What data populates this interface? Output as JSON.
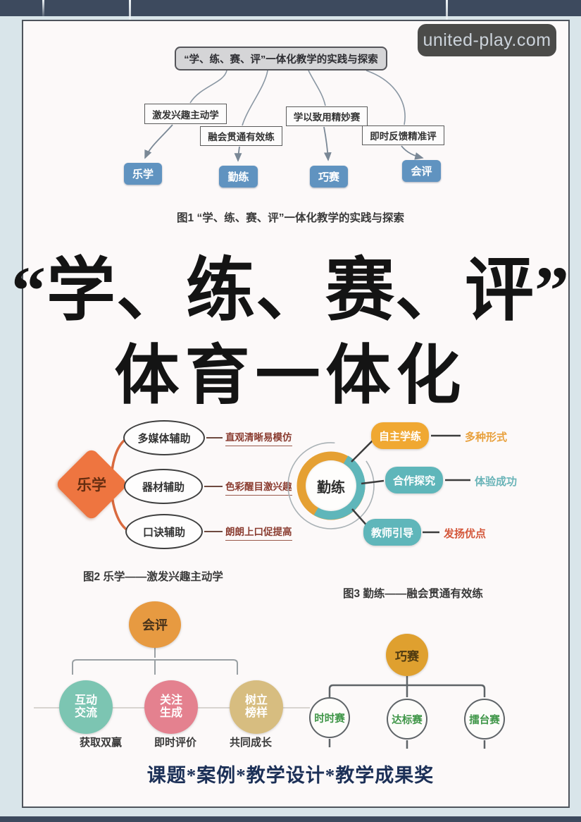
{
  "watermark": {
    "text": "united-play.com"
  },
  "fig1": {
    "root_label": "“学、练、赛、评”一体化教学的实践与探索",
    "branches": [
      {
        "label": "激发兴趣主动学",
        "node": "乐学"
      },
      {
        "label": "融会贯通有效练",
        "node": "勤练"
      },
      {
        "label": "学以致用精妙赛",
        "node": "巧赛"
      },
      {
        "label": "即时反馈精准评",
        "node": "会评"
      }
    ],
    "caption": "图1  “学、练、赛、评”一体化教学的实践与探索"
  },
  "title": {
    "line1": "“学、练、赛、评”",
    "line2": "体育一体化"
  },
  "fig2": {
    "center_label": "乐学",
    "items": [
      {
        "label": "多媒体辅助",
        "note": "直观清晰易模仿"
      },
      {
        "label": "器材辅助",
        "note": "色彩醒目激兴趣"
      },
      {
        "label": "口诀辅助",
        "note": "朗朗上口促提高"
      }
    ],
    "caption": "图2  乐学——激发兴趣主动学"
  },
  "fig3": {
    "center_label": "勤练",
    "items": [
      {
        "label": "自主学练",
        "note": "多种形式"
      },
      {
        "label": "合作探究",
        "note": "体验成功"
      },
      {
        "label": "教师引导",
        "note": "发扬优点"
      }
    ],
    "caption": "图3  勤练——融会贯通有效练"
  },
  "fig4": {
    "root_label": "会评",
    "items": [
      {
        "label_line1": "互动",
        "label_line2": "交流",
        "note": "获取双赢"
      },
      {
        "label_line1": "关注",
        "label_line2": "生成",
        "note": "即时评价"
      },
      {
        "label_line1": "树立",
        "label_line2": "榜样",
        "note": "共同成长"
      }
    ]
  },
  "fig5": {
    "root_label": "巧赛",
    "items": [
      {
        "label": "时时赛"
      },
      {
        "label": "达标赛"
      },
      {
        "label": "擂台赛"
      }
    ]
  },
  "footer": {
    "text": "课题*案例*教学设计*教学成果奖"
  },
  "colors": {
    "top_bar": "#3d4a5e",
    "frame_background": "#d9e5ea",
    "panel_background": "#fcf9f9",
    "flow_node_blue": "#6093c0",
    "diamond_orange": "#ee7540",
    "ring_orange": "#e5a033",
    "ring_teal": "#5fb6ba",
    "pill_orange": "#f0a832",
    "pill_teal": "#5fb6ba",
    "circle_orange": "#e79a41",
    "circle_teal": "#7cc5b2",
    "circle_pink": "#e4818f",
    "circle_tan": "#d7bd80",
    "circle_gold": "#dfa02f",
    "competition_green": "#3f9648",
    "annotation_red": "#8a3c30",
    "footer_navy": "#1c3057",
    "watermark_bg": "#4b4b49"
  }
}
